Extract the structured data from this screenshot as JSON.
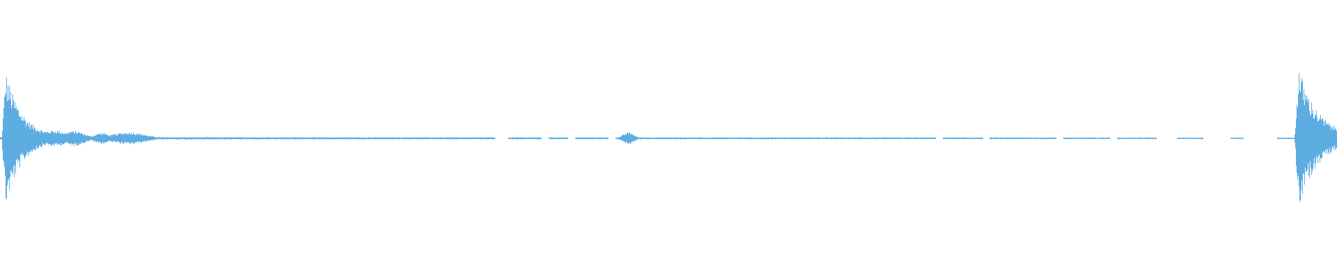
{
  "waveform": {
    "color": "#5DADE2",
    "background": "#FFFFFF",
    "note": "",
    "bursts": [
      {
        "peak": 0.92,
        "position": 0.004,
        "decay": 0.012,
        "kind": "onset"
      },
      {
        "peak": 0.12,
        "position": 0.04,
        "decay": 0.01,
        "kind": "ripple"
      },
      {
        "peak": 0.11,
        "position": 0.055,
        "decay": 0.008,
        "kind": "ripple"
      },
      {
        "peak": 0.08,
        "position": 0.076,
        "decay": 0.006,
        "kind": "ripple"
      },
      {
        "peak": 0.09,
        "position": 0.096,
        "decay": 0.012,
        "kind": "ripple"
      },
      {
        "peak": 0.09,
        "position": 0.47,
        "decay": 0.004,
        "kind": "blip"
      },
      {
        "peak": 0.98,
        "position": 0.971,
        "decay": 0.014,
        "kind": "onset"
      }
    ],
    "noise_floor": 0.018,
    "gaps": [
      [
        0.37,
        0.38
      ],
      [
        0.405,
        0.41
      ],
      [
        0.425,
        0.43
      ],
      [
        0.455,
        0.46
      ],
      [
        0.7,
        0.705
      ],
      [
        0.735,
        0.74
      ],
      [
        0.79,
        0.795
      ],
      [
        0.83,
        0.835
      ],
      [
        0.865,
        0.88
      ],
      [
        0.9,
        0.92
      ],
      [
        0.93,
        0.955
      ]
    ]
  }
}
